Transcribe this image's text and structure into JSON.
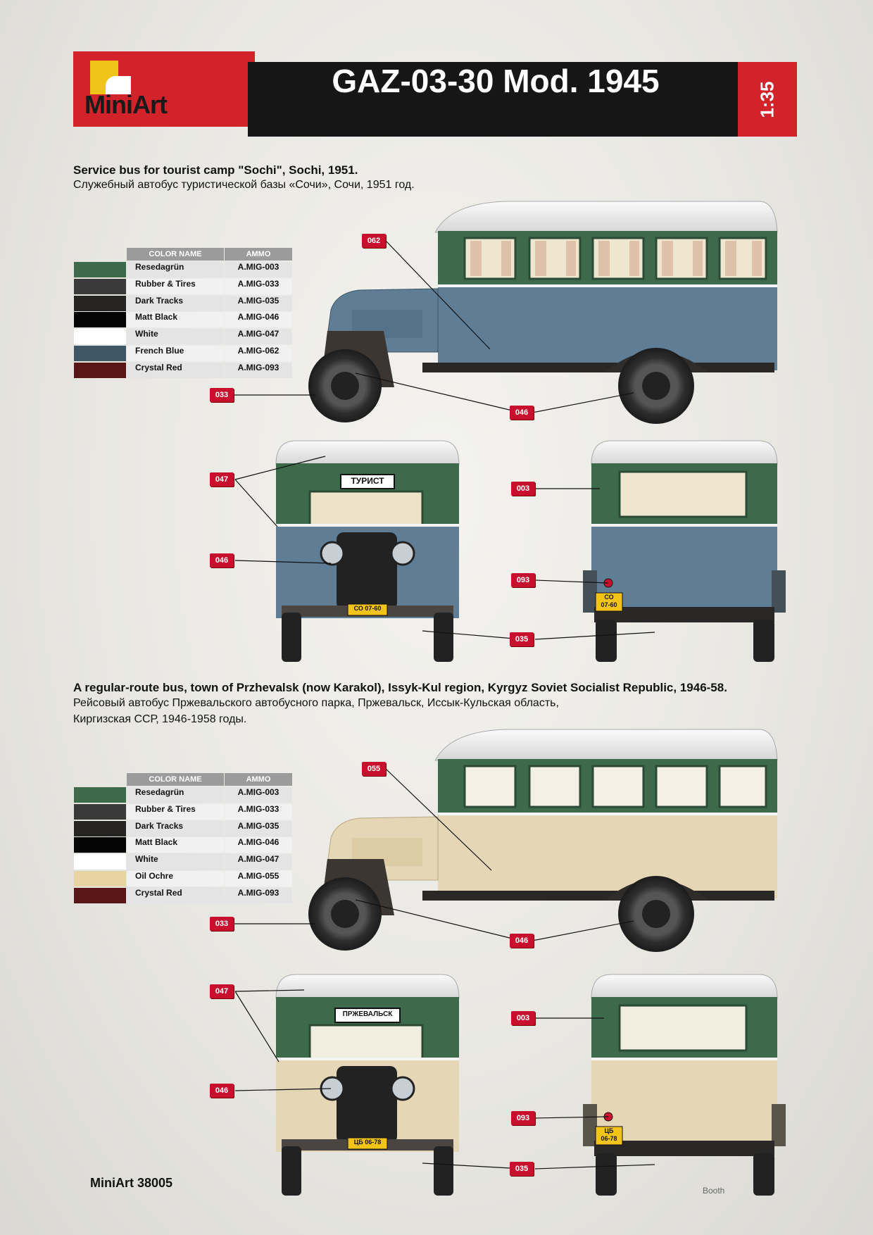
{
  "header": {
    "brand": "MiniArt",
    "title": "GAZ-03-30 Mod. 1945",
    "scale": "1:35"
  },
  "table_headers": {
    "color_name": "COLOR NAME",
    "ammo": "AMMO"
  },
  "scheme1": {
    "caption_en": "Service bus for tourist camp \"Sochi\", Sochi, 1951.",
    "caption_ru": "Служебный автобус туристической базы «Сочи», Сочи, 1951 год.",
    "colors": [
      {
        "name": "Resedagrün",
        "code": "A.MIG-003",
        "hex": "#3e6a4c"
      },
      {
        "name": "Rubber & Tires",
        "code": "A.MIG-033",
        "hex": "#3a3a3a"
      },
      {
        "name": "Dark Tracks",
        "code": "A.MIG-035",
        "hex": "#262422"
      },
      {
        "name": "Matt Black",
        "code": "A.MIG-046",
        "hex": "#050505"
      },
      {
        "name": "White",
        "code": "A.MIG-047",
        "hex": "#ffffff"
      },
      {
        "name": "French Blue",
        "code": "A.MIG-062",
        "hex": "#3f5664"
      },
      {
        "name": "Crystal Red",
        "code": "A.MIG-093",
        "hex": "#5a1616"
      }
    ],
    "body_hex": "#5f7e96",
    "front_sign": "ТУРИСТ",
    "plate_front": "СО 07-60",
    "plate_rear_top": "СО",
    "plate_rear_bottom": "07-60",
    "tags": {
      "t062": "062",
      "t033": "033",
      "t046": "046",
      "t047": "047",
      "t046b": "046",
      "t003": "003",
      "t093": "093",
      "t035": "035"
    }
  },
  "scheme2": {
    "caption_en": "A regular-route bus, town of Przhevalsk (now Karakol), Issyk-Kul region, Kyrgyz Soviet Socialist Republic, 1946-58.",
    "caption_ru1": "Рейсовый автобус Пржевальского автобусного парка, Пржевальск, Иссык-Кульская область,",
    "caption_ru2": "Киргизская ССР, 1946-1958 годы.",
    "colors": [
      {
        "name": "Resedagrün",
        "code": "A.MIG-003",
        "hex": "#3e6a4c"
      },
      {
        "name": "Rubber & Tires",
        "code": "A.MIG-033",
        "hex": "#3a3a3a"
      },
      {
        "name": "Dark Tracks",
        "code": "A.MIG-035",
        "hex": "#262422"
      },
      {
        "name": "Matt Black",
        "code": "A.MIG-046",
        "hex": "#050505"
      },
      {
        "name": "White",
        "code": "A.MIG-047",
        "hex": "#ffffff"
      },
      {
        "name": "Oil Ochre",
        "code": "A.MIG-055",
        "hex": "#e8d3a3"
      },
      {
        "name": "Crystal Red",
        "code": "A.MIG-093",
        "hex": "#5a1616"
      }
    ],
    "body_hex": "#e5d7b6",
    "front_sign": "ПРЖЕВАЛЬСК",
    "plate_front": "ЦБ 06-78",
    "plate_rear_top": "ЦБ",
    "plate_rear_bottom": "06-78",
    "tags": {
      "t055": "055",
      "t033": "033",
      "t046": "046",
      "t047": "047",
      "t046b": "046",
      "t003": "003",
      "t093": "093",
      "t035": "035"
    }
  },
  "footer": {
    "product": "MiniArt 38005",
    "credit": "Booth"
  },
  "accent_red": "#d2232a"
}
